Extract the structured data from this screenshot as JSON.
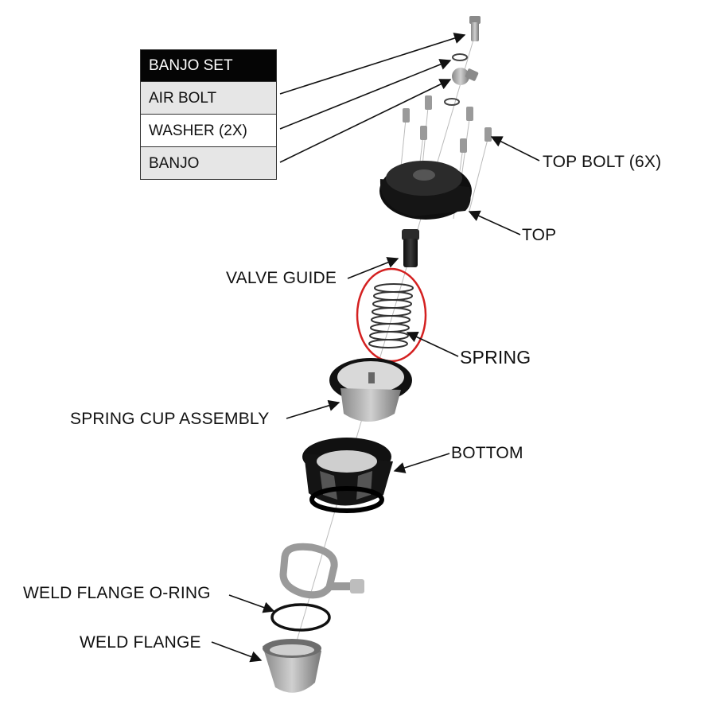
{
  "legend": {
    "header": "BANJO SET",
    "items": [
      "AIR BOLT",
      "WASHER (2X)",
      "BANJO"
    ]
  },
  "labels": {
    "top_bolt": "TOP BOLT (6X)",
    "top": "TOP",
    "valve_guide": "VALVE GUIDE",
    "spring": "SPRING",
    "spring_cup": "SPRING CUP ASSEMBLY",
    "bottom": "BOTTOM",
    "weld_flange_oring": "WELD FLANGE O-RING",
    "weld_flange": "WELD FLANGE"
  },
  "highlight": {
    "part": "spring",
    "color": "#d42020"
  },
  "colors": {
    "part_dark": "#1c1c1c",
    "part_mid": "#7a7a7a",
    "part_light": "#bdbdbd",
    "leader": "#111111"
  }
}
